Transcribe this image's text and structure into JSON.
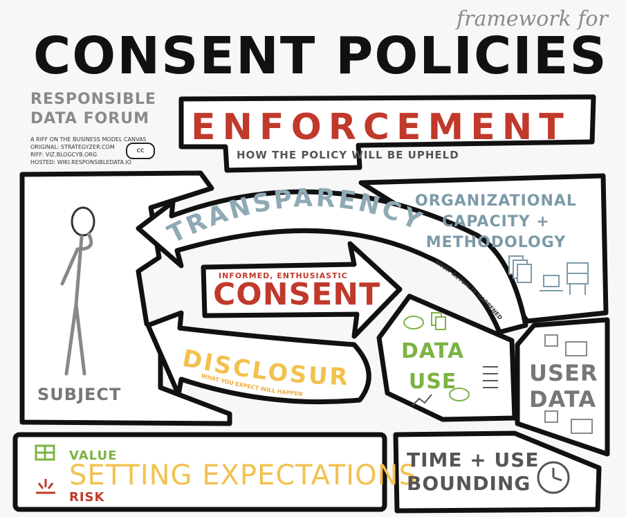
{
  "header": {
    "framework_label": "framework for",
    "title": "CONSENT POLICIES",
    "org_name": "RESPONSIBLE\nDATA FORUM",
    "credits": "A RIFF ON THE BUSINESS MODEL CANVAS\nORIGINAL: STRATEGYZER.COM\nRIFF: VIZ.BLOGCYB.ORG\nHOSTED: WIKI.RESPONSIBLEDATA.IO",
    "license_badge": "cc"
  },
  "boxes": {
    "enforcement": {
      "label": "ENFORCEMENT",
      "sublabel": "HOW THE POLICY WILL BE UPHELD"
    },
    "subject": {
      "label": "SUBJECT"
    },
    "organizational": {
      "label": "ORGANIZATIONAL\nCAPACITY +\nMETHODOLOGY"
    },
    "data_use": {
      "label": "DATA\nUSE"
    },
    "user_data": {
      "label": "USER\nDATA"
    },
    "setting_expectations": {
      "value_label": "VALUE",
      "label": "SETTING EXPECTATIONS",
      "risk_label": "RISK"
    },
    "time_use": {
      "label": "TIME + USE\nBOUNDING"
    }
  },
  "arrows": {
    "transparency": {
      "label": "TRANSPARENCY",
      "sublabel": "WHAT ACTUALLY HAPPENED"
    },
    "consent": {
      "prefix": "INFORMED, ENTHUSIASTIC",
      "label": "CONSENT"
    },
    "disclosure": {
      "label": "DISCLOSURE",
      "sublabel": "WHAT YOU EXPECT WILL HAPPEN"
    }
  },
  "colors": {
    "ink": "#111111",
    "red": "#c0392b",
    "yellow": "#f2c14e",
    "green": "#7cb342",
    "blue_grey": "#7c9aa8",
    "grey": "#8a8a8a"
  }
}
